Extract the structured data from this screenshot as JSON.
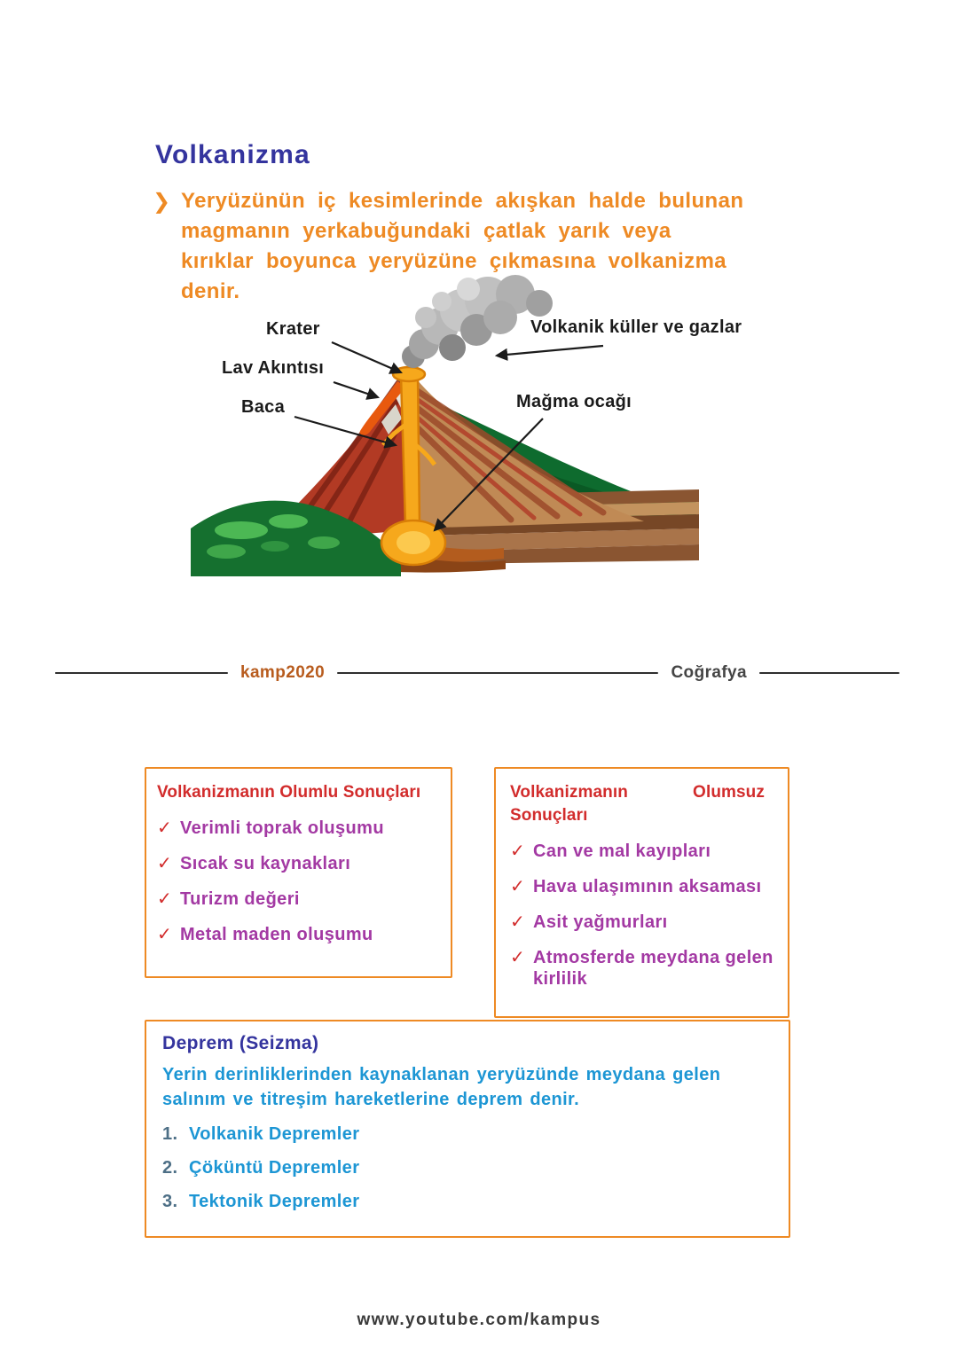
{
  "colors": {
    "navy": "#34349e",
    "orange": "#ee8a24",
    "red": "#d22c2c",
    "purple": "#a339a3",
    "blue": "#1d96d4",
    "ink": "#1b1b1b",
    "brand": "#b85c1e"
  },
  "header": {
    "title": "Volkanizma"
  },
  "intro": {
    "bullet": "❯",
    "text": "Yeryüzünün iç kesimlerinde akışkan halde bulunan magmanın yerkabuğundaki çatlak yarık veya kırıklar boyunca yeryüzüne çıkmasına volkanizma denir."
  },
  "diagram": {
    "labels": {
      "krater": "Krater",
      "lav": "Lav Akıntısı",
      "baca": "Baca",
      "kuller": "Volkanik küller ve gazlar",
      "magma": "Mağma ocağı"
    }
  },
  "divider": {
    "left_label": "kamp2020",
    "right_label": "Coğrafya"
  },
  "results": {
    "check": "✓",
    "positive": {
      "title": "Volkanizmanın Olumlu Sonuçları",
      "items": [
        "Verimli toprak oluşumu",
        "Sıcak su kaynakları",
        "Turizm değeri",
        "Metal maden oluşumu"
      ]
    },
    "negative": {
      "title": "Volkanizmanın Olumsuz Sonuçları",
      "items": [
        "Can ve mal kayıpları",
        "Hava ulaşımının aksaması",
        "Asit yağmurları",
        "Atmosferde meydana gelen kirlilik"
      ]
    }
  },
  "deprem": {
    "title": "Deprem (Seizma)",
    "text": "Yerin derinliklerinden kaynaklanan yeryüzünde meydana gelen salınım ve titreşim hareketlerine deprem denir.",
    "items": [
      {
        "num": "1.",
        "label": "Volkanik Depremler"
      },
      {
        "num": "2.",
        "label": "Çöküntü Depremler"
      },
      {
        "num": "3.",
        "label": "Tektonik Depremler"
      }
    ]
  },
  "footer": {
    "url": "www.youtube.com/kampus"
  }
}
